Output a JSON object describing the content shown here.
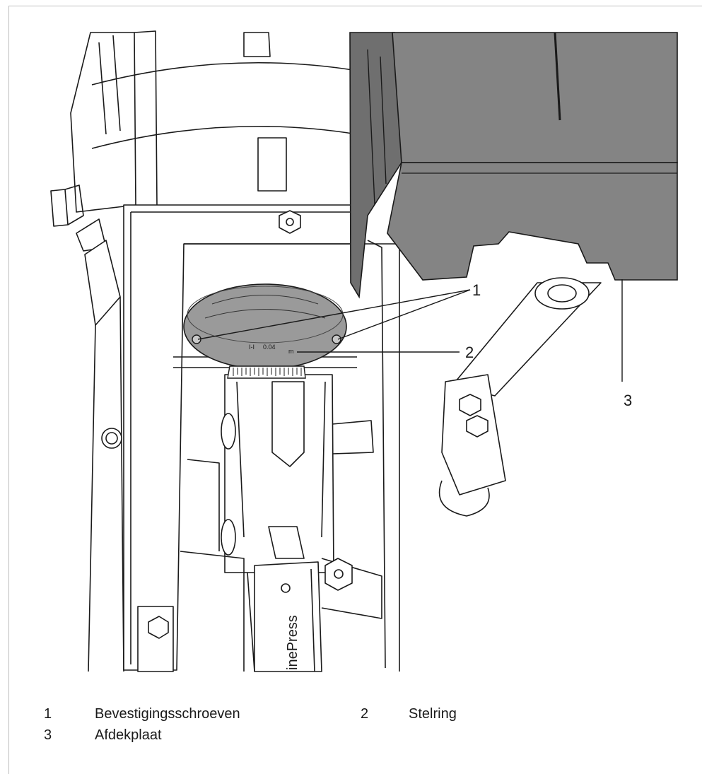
{
  "figure": {
    "callouts": [
      {
        "number": "1"
      },
      {
        "number": "2"
      },
      {
        "number": "3"
      }
    ],
    "scale_text": {
      "mark": "I-I",
      "value": "0.04",
      "unit": "m"
    },
    "brand_text": "inePress"
  },
  "legend": [
    {
      "number": "1",
      "label": "Bevestigingsschroeven"
    },
    {
      "number": "2",
      "label": "Stelring"
    },
    {
      "number": "3",
      "label": "Afdekplaat"
    }
  ],
  "colors": {
    "line": "#1a1a1a",
    "cover_fill": "#848484",
    "cover_dark": "#6f6f6f",
    "ring_fill": "#9a9a9a",
    "frame": "#bdbdbd"
  }
}
